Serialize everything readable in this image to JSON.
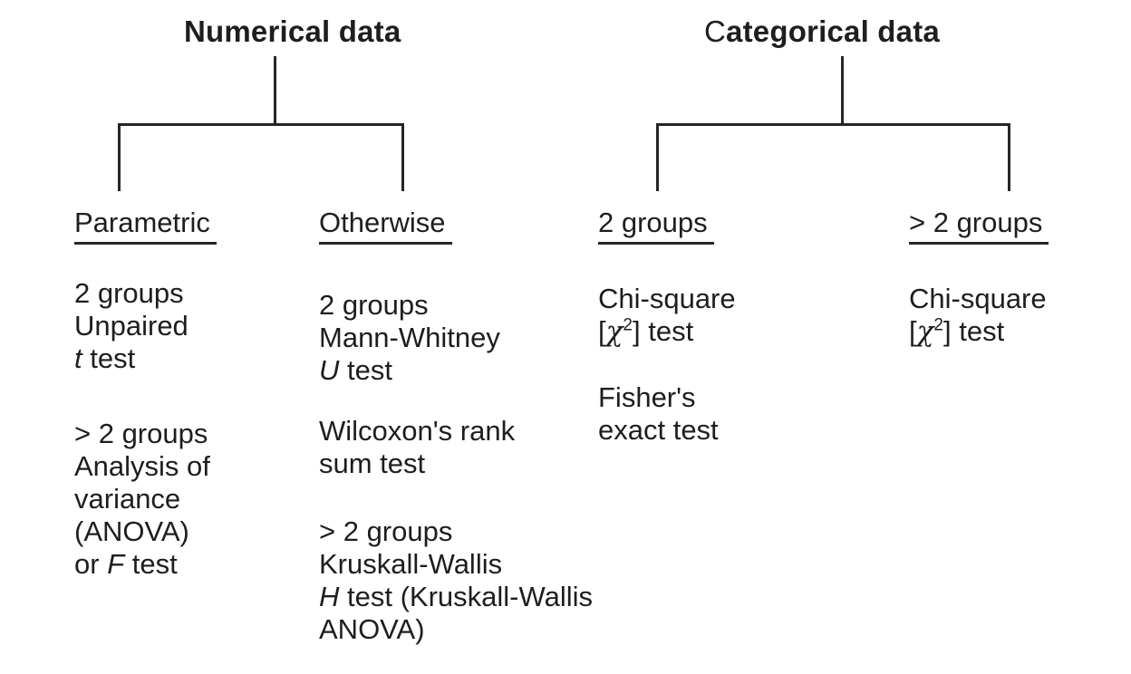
{
  "colors": {
    "ink": "#1e1e1e",
    "background": "#ffffff"
  },
  "trees": {
    "numerical": {
      "title": "Numerical data",
      "branches": {
        "parametric": {
          "header": "Parametric",
          "block1": {
            "line1": "2 groups",
            "line2": "Unpaired",
            "test_letter": "t",
            "test_rest": " test"
          },
          "block2": {
            "line1": "> 2 groups",
            "line2": "Analysis of",
            "line3": "variance",
            "line4": "(ANOVA)",
            "prefix": "or ",
            "test_letter": "F",
            "test_rest": " test"
          }
        },
        "otherwise": {
          "header": "Otherwise",
          "block1": {
            "line1": "2 groups",
            "line2": "Mann-Whitney",
            "test_letter": "U",
            "test_rest": " test"
          },
          "block2": {
            "line1": "Wilcoxon's rank",
            "line2": "sum test"
          },
          "block3": {
            "line1": "> 2 groups",
            "line2": "Kruskall-Wallis",
            "test_letter": "H",
            "test_rest": " test (Kruskall-Wallis",
            "line4": "ANOVA)"
          }
        }
      }
    },
    "categorical": {
      "title_prefix": "C",
      "title_rest": "ategorical data",
      "branches": {
        "two_groups": {
          "header": "2 groups",
          "block1": {
            "line1": "Chi-square",
            "bracket_open": "[",
            "chi": "χ",
            "exponent": "2",
            "bracket_close": "] test"
          },
          "block2": {
            "line1": "Fisher's",
            "line2": "exact test"
          }
        },
        "more_groups": {
          "header": "> 2 groups",
          "block1": {
            "line1": "Chi-square",
            "bracket_open": "[",
            "chi": "χ",
            "exponent": "2",
            "bracket_close": "] test"
          }
        }
      }
    }
  }
}
